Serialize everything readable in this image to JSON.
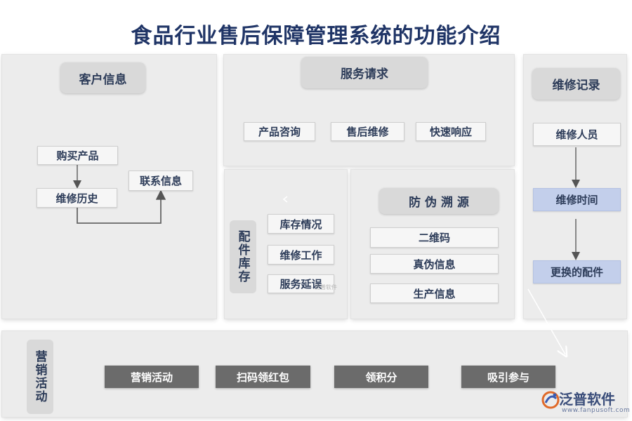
{
  "title": "食品行业售后保障管理系统的功能介绍",
  "customer": {
    "header": "客户信息",
    "purchase": "购买产品",
    "history": "维修历史",
    "contact": "联系信息"
  },
  "service": {
    "header": "服务请求",
    "items": [
      "产品咨询",
      "售后维修",
      "快速响应"
    ]
  },
  "parts": {
    "label": "配件库存",
    "items": [
      "库存情况",
      "维修工作",
      "服务延误"
    ]
  },
  "anti_fake": {
    "header": "防 伪 溯 源",
    "items": [
      "二维码",
      "真伪信息",
      "生产信息"
    ]
  },
  "repair": {
    "header": "维修记录",
    "staff": "维修人员",
    "time": "维修时间",
    "parts": "更换的配件"
  },
  "marketing": {
    "label": "营销活动",
    "items": [
      "营销活动",
      "扫码领红包",
      "领积分",
      "吸引参与"
    ]
  },
  "brand": {
    "name": "泛普软件",
    "url": "www.fanpusoft.com",
    "watermark": "泛普软件"
  },
  "colors": {
    "title": "#1f3466",
    "panel": "#ececec",
    "highlight": "#c3cfeb",
    "dark_button": "#6b6b6b"
  }
}
